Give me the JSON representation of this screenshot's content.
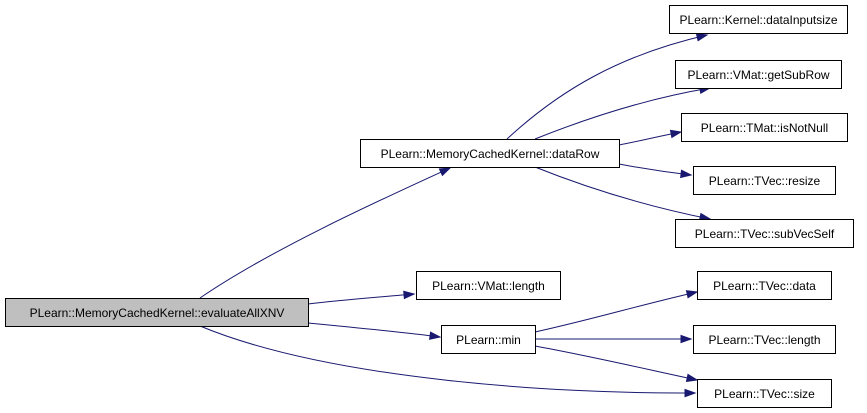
{
  "graph": {
    "root": "PLearn::MemoryCachedKernel::evaluateAllXNV",
    "nodes": {
      "evaluate": "PLearn::MemoryCachedKernel::evaluateAllXNV",
      "dataRow": "PLearn::MemoryCachedKernel::dataRow",
      "vmatLength": "PLearn::VMat::length",
      "min": "PLearn::min",
      "dataInputsize": "PLearn::Kernel::dataInputsize",
      "getSubRow": "PLearn::VMat::getSubRow",
      "isNotNull": "PLearn::TMat::isNotNull",
      "resize": "PLearn::TVec::resize",
      "subVecSelf": "PLearn::TVec::subVecSelf",
      "tvecData": "PLearn::TVec::data",
      "tvecLength": "PLearn::TVec::length",
      "tvecSize": "PLearn::TVec::size"
    },
    "edges": [
      {
        "from": "evaluate",
        "to": "dataRow"
      },
      {
        "from": "evaluate",
        "to": "vmatLength"
      },
      {
        "from": "evaluate",
        "to": "min"
      },
      {
        "from": "evaluate",
        "to": "tvecSize"
      },
      {
        "from": "dataRow",
        "to": "dataInputsize"
      },
      {
        "from": "dataRow",
        "to": "getSubRow"
      },
      {
        "from": "dataRow",
        "to": "isNotNull"
      },
      {
        "from": "dataRow",
        "to": "resize"
      },
      {
        "from": "dataRow",
        "to": "subVecSelf"
      },
      {
        "from": "min",
        "to": "tvecData"
      },
      {
        "from": "min",
        "to": "tvecLength"
      },
      {
        "from": "min",
        "to": "tvecSize"
      }
    ],
    "colors": {
      "edge": "#191970",
      "root_fill": "#bfbfbf",
      "node_fill": "#ffffff",
      "node_border": "#000000"
    }
  }
}
